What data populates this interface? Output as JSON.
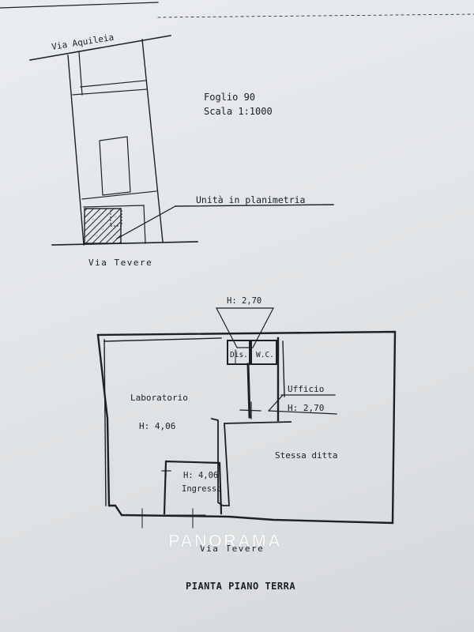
{
  "site_map": {
    "street_top": "Via Aquileia",
    "street_bottom": "Via Tevere",
    "sheet_label": "Foglio 90",
    "scale_label": "Scala 1:1000",
    "unit_callout": "Unità in planimetria"
  },
  "floor_plan": {
    "ceiling_height_top": "H: 2,70",
    "rooms": {
      "dis": "Dis.",
      "wc": "W.C.",
      "laboratorio": "Laboratorio",
      "laboratorio_height": "H: 4,06",
      "ufficio": "Ufficio",
      "ufficio_height": "H: 2,70",
      "stessa_ditta": "Stessa ditta",
      "ingresso": "Ingresso",
      "ingresso_height": "H: 4,06"
    },
    "street_label": "Via Tevere",
    "plan_title": "PIANTA PIANO TERRA"
  },
  "watermark": {
    "text": "PANORAMA"
  }
}
